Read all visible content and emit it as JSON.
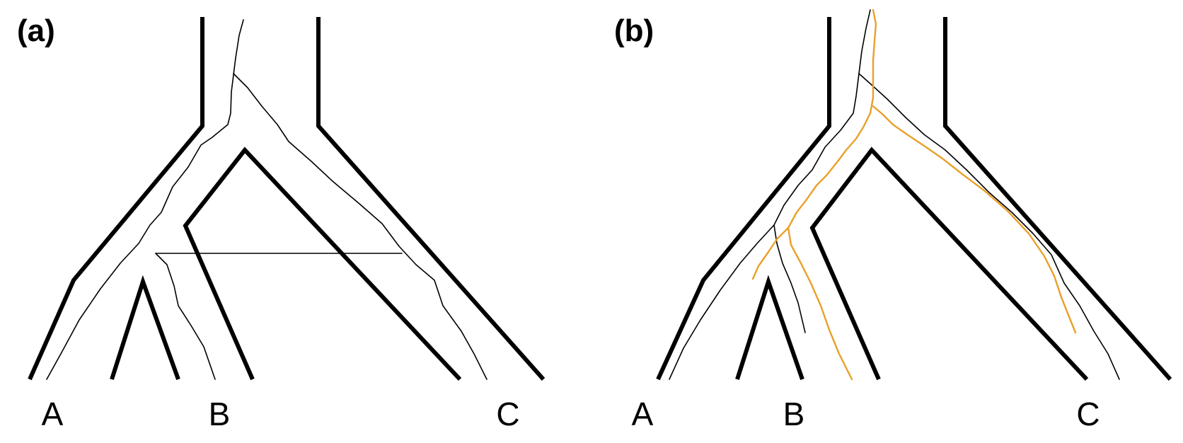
{
  "panels": {
    "a": {
      "label": "(a)",
      "tips": {
        "a": "A",
        "b": "B",
        "c": "C"
      }
    },
    "b": {
      "label": "(b)",
      "tips": {
        "a": "A",
        "b": "B",
        "c": "C"
      }
    }
  },
  "colors": {
    "species_tree_outline": "#000000",
    "gene_lineage": "#000000",
    "highlighted_lineage": "#e8a02a"
  }
}
